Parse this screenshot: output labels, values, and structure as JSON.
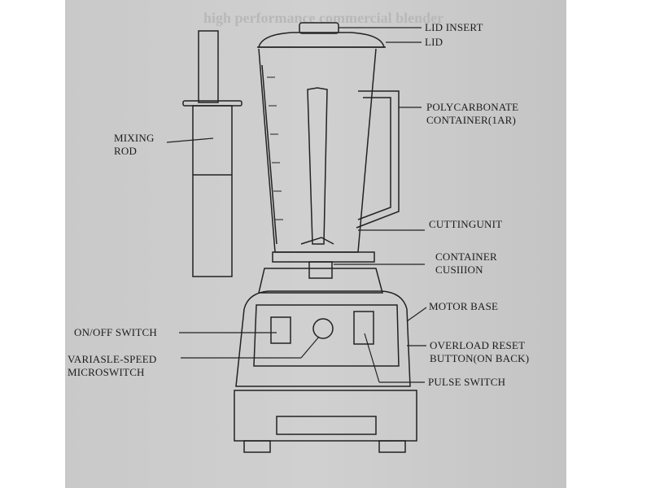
{
  "header_faint": "high performance commercial blender",
  "labels": {
    "lid_insert": "LID INSERT",
    "lid": "LID",
    "container": "POLYCARBONATE\nCONTAINER(1AR)",
    "mixing_rod": "MIXING\nROD",
    "cutting_unit": "CUTTINGUNIT",
    "cushion": "CONTAINER\nCUSIIION",
    "motor_base": "MOTOR BASE",
    "onoff": "ON/OFF SWITCH",
    "variable": "VARIASLE-SPEED\nMICROSWITCH",
    "overload": "OVERLOAD RESET\nBUTTON(ON BACK)",
    "pulse": "PULSE SWITCH"
  }
}
